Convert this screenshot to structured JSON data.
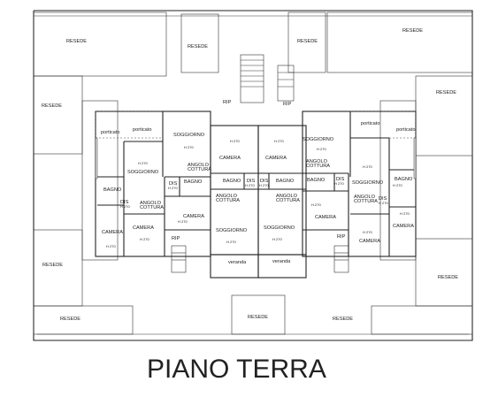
{
  "title": "PIANO TERRA",
  "labels": {
    "resede": "RESEDE",
    "porticato": "porticato",
    "soggiorno": "SOGGIORNO",
    "camera": "CAMERA",
    "bagno": "BAGNO",
    "dis": "DIS",
    "angolo_cottura_1": "ANGOLO",
    "angolo_cottura_2": "COTTURA",
    "rip": "RIP",
    "veranda": "veranda",
    "h270": "H 270",
    "h270b": "H.270"
  }
}
